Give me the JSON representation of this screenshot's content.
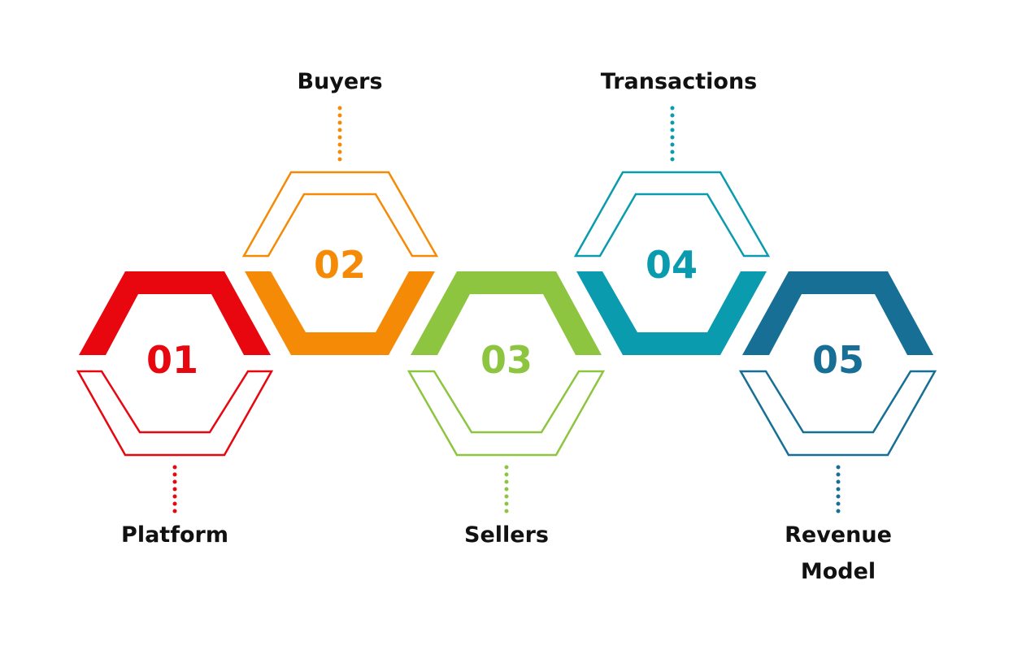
{
  "steps": [
    {
      "number": "01",
      "label": "Platform",
      "color": "#e8060f"
    },
    {
      "number": "02",
      "label": "Buyers",
      "color": "#f58a07"
    },
    {
      "number": "03",
      "label": "Sellers",
      "color": "#8dc540"
    },
    {
      "number": "04",
      "label": "Transactions",
      "color": "#0b9bae"
    },
    {
      "number": "05",
      "label_line1": "Revenue",
      "label_line2": "Model",
      "color": "#176f96"
    }
  ]
}
